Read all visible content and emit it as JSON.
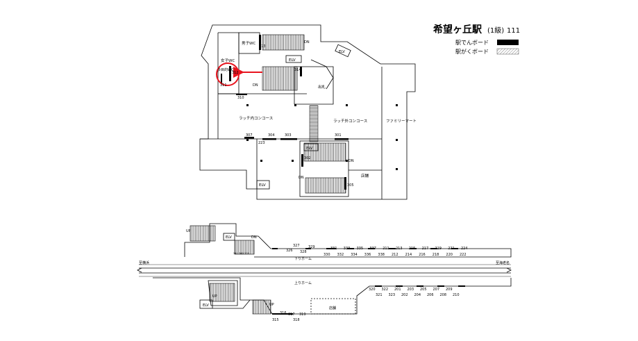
{
  "title": "希望ヶ丘駅",
  "grade": "(1級)",
  "code": "111",
  "legend": {
    "den_board": "駅でんボード",
    "gaku_board": "駅がくボード"
  },
  "labels": {
    "mens_wc": "男子WC",
    "womens_wc": "女子WC",
    "multi_wc": "多目的WC",
    "elv": "ELV",
    "gate": "出札",
    "inner_concourse": "ラッチ内コンコース",
    "outer_concourse": "ラッチ外コンコース",
    "familymart": "ファミリーマート",
    "shop": "店舗",
    "dn": "DN",
    "up": "UP",
    "down_platform": "下りホーム",
    "up_platform": "上りホーム",
    "to_yokohama": "至横浜",
    "to_ebina": "至海老名"
  },
  "floor_numbers": {
    "n313": "313",
    "n314": "314",
    "n312": "312",
    "n311": "311",
    "n310": "310",
    "n307": "307",
    "n304": "304",
    "n303": "303",
    "n301": "301",
    "n223": "223",
    "n302": "302",
    "n305": "305"
  },
  "down_top": [
    "331",
    "333",
    "335",
    "337",
    "211",
    "213",
    "215",
    "217",
    "219",
    "221",
    "224"
  ],
  "down_bottom": [
    "330",
    "332",
    "334",
    "336",
    "338",
    "212",
    "214",
    "216",
    "218",
    "220",
    "222"
  ],
  "down_small": [
    "327",
    "329",
    "326",
    "328"
  ],
  "down_left_small": "341 340 339",
  "up_top": [
    "320",
    "322",
    "201",
    "203",
    "205",
    "207",
    "209"
  ],
  "up_bottom": [
    "321",
    "323",
    "202",
    "204",
    "206",
    "208",
    "210"
  ],
  "up_small": [
    "316",
    "317",
    "319",
    "315",
    "318"
  ],
  "colors": {
    "highlight": "#e8141e",
    "line": "#000000",
    "fill_gray": "#cccccc"
  }
}
